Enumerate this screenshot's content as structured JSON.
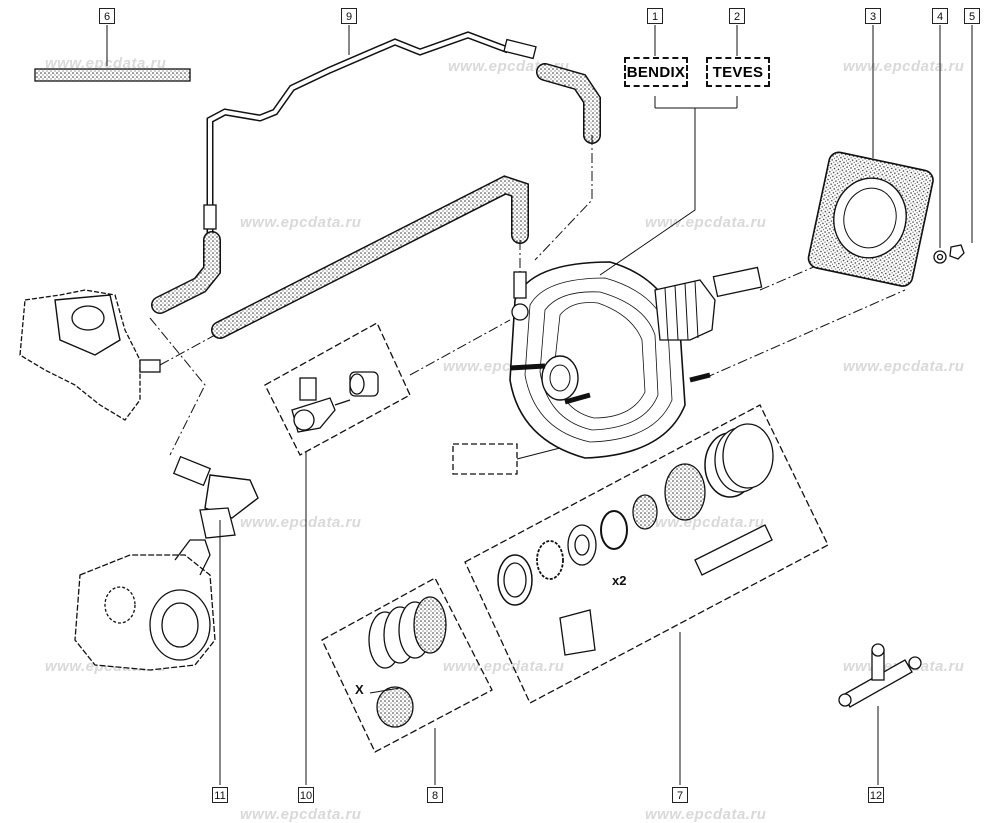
{
  "callouts": {
    "c1": "1",
    "c2": "2",
    "c3": "3",
    "c4": "4",
    "c5": "5",
    "c6": "6",
    "c7": "7",
    "c8": "8",
    "c9": "9",
    "c10": "10",
    "c11": "11",
    "c12": "12"
  },
  "brands": {
    "bendix": "BENDIX",
    "teves": "TEVES"
  },
  "watermark": "www.epcdata.ru",
  "labels": {
    "x2": "x2",
    "x": "X"
  },
  "colors": {
    "line": "#111111",
    "hatch": "#444444",
    "watermark": "#d9d9d9"
  }
}
